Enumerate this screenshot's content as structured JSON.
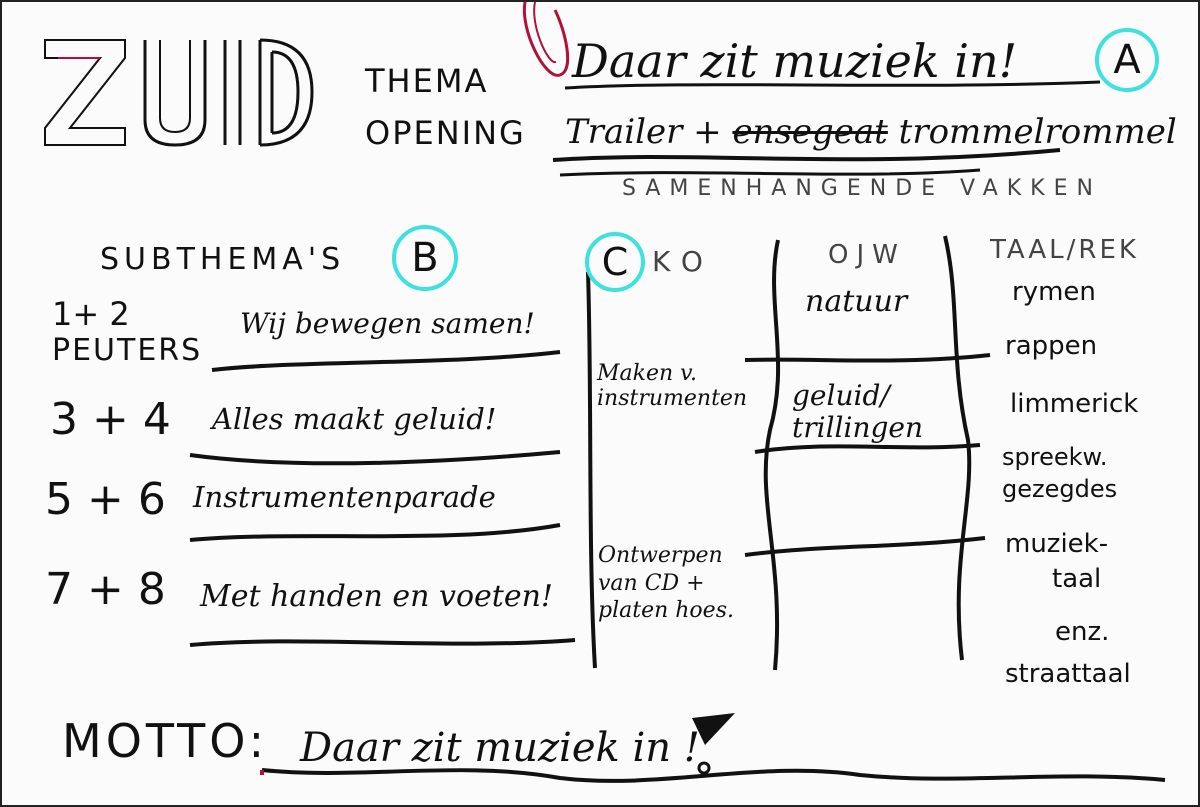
{
  "header": {
    "logo": "ZUID",
    "thema_label": "THEMA",
    "thema_value": "Daar zit muziek in!",
    "badge_a": "A",
    "opening_label": "OPENING",
    "opening_value_start": "Trailer +",
    "opening_struck": "ensegeat",
    "opening_value_end": "trommelrommel"
  },
  "subthemas": {
    "title": "SUBTHEMA'S",
    "badge_b": "B",
    "rows": [
      {
        "groups_line1": "1+ 2",
        "groups_line2": "PEUTERS",
        "text": "Wij bewegen samen!"
      },
      {
        "groups_line1": "3 + 4",
        "groups_line2": "",
        "text": "Alles maakt geluid!"
      },
      {
        "groups_line1": "5 + 6",
        "groups_line2": "",
        "text": "Instrumentenparade"
      },
      {
        "groups_line1": "7 + 8",
        "groups_line2": "",
        "text": "Met handen en voeten!"
      }
    ]
  },
  "vakken": {
    "title": "SAMENHANGENDE VAKKEN",
    "badge_c": "C",
    "columns": {
      "ko": {
        "header": "KO",
        "items": [
          "Maken v.",
          "instrumenten",
          "Ontwerpen",
          "van CD +",
          "platen hoes."
        ]
      },
      "ojw": {
        "header": "OJW",
        "items": [
          "natuur",
          "geluid/",
          "trillingen"
        ]
      },
      "taal": {
        "header": "TAAL/REK",
        "items": [
          "rymen",
          "rappen",
          "limmerick",
          "spreekw.",
          "gezegdes",
          "muziek-",
          "taal",
          "enz.",
          "straattaal"
        ]
      }
    }
  },
  "motto": {
    "label": "MOTTO:",
    "value": "Daar zit muziek in !"
  },
  "colors": {
    "ink": "#111111",
    "badge_circle": "#3ee0e0",
    "red_accent": "#b0103a",
    "paper": "#fbfbfb"
  }
}
